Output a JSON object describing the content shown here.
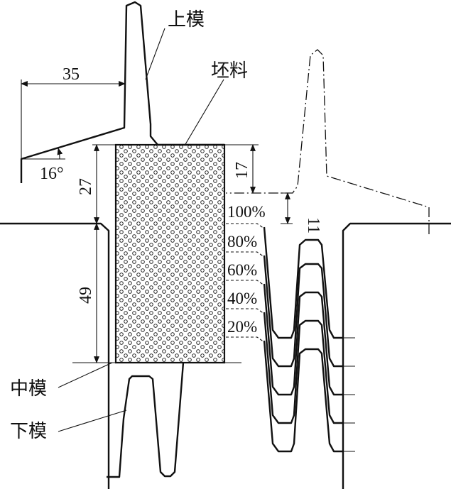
{
  "labels": {
    "upper_die": "上模",
    "blank": "坯料",
    "middle_die": "中模",
    "lower_die": "下模"
  },
  "dimensions": {
    "d35": "35",
    "d16": "16°",
    "d27": "27",
    "d49": "49",
    "d17": "17",
    "d11": "11"
  },
  "stages": [
    "100%",
    "80%",
    "60%",
    "40%",
    "20%"
  ]
}
